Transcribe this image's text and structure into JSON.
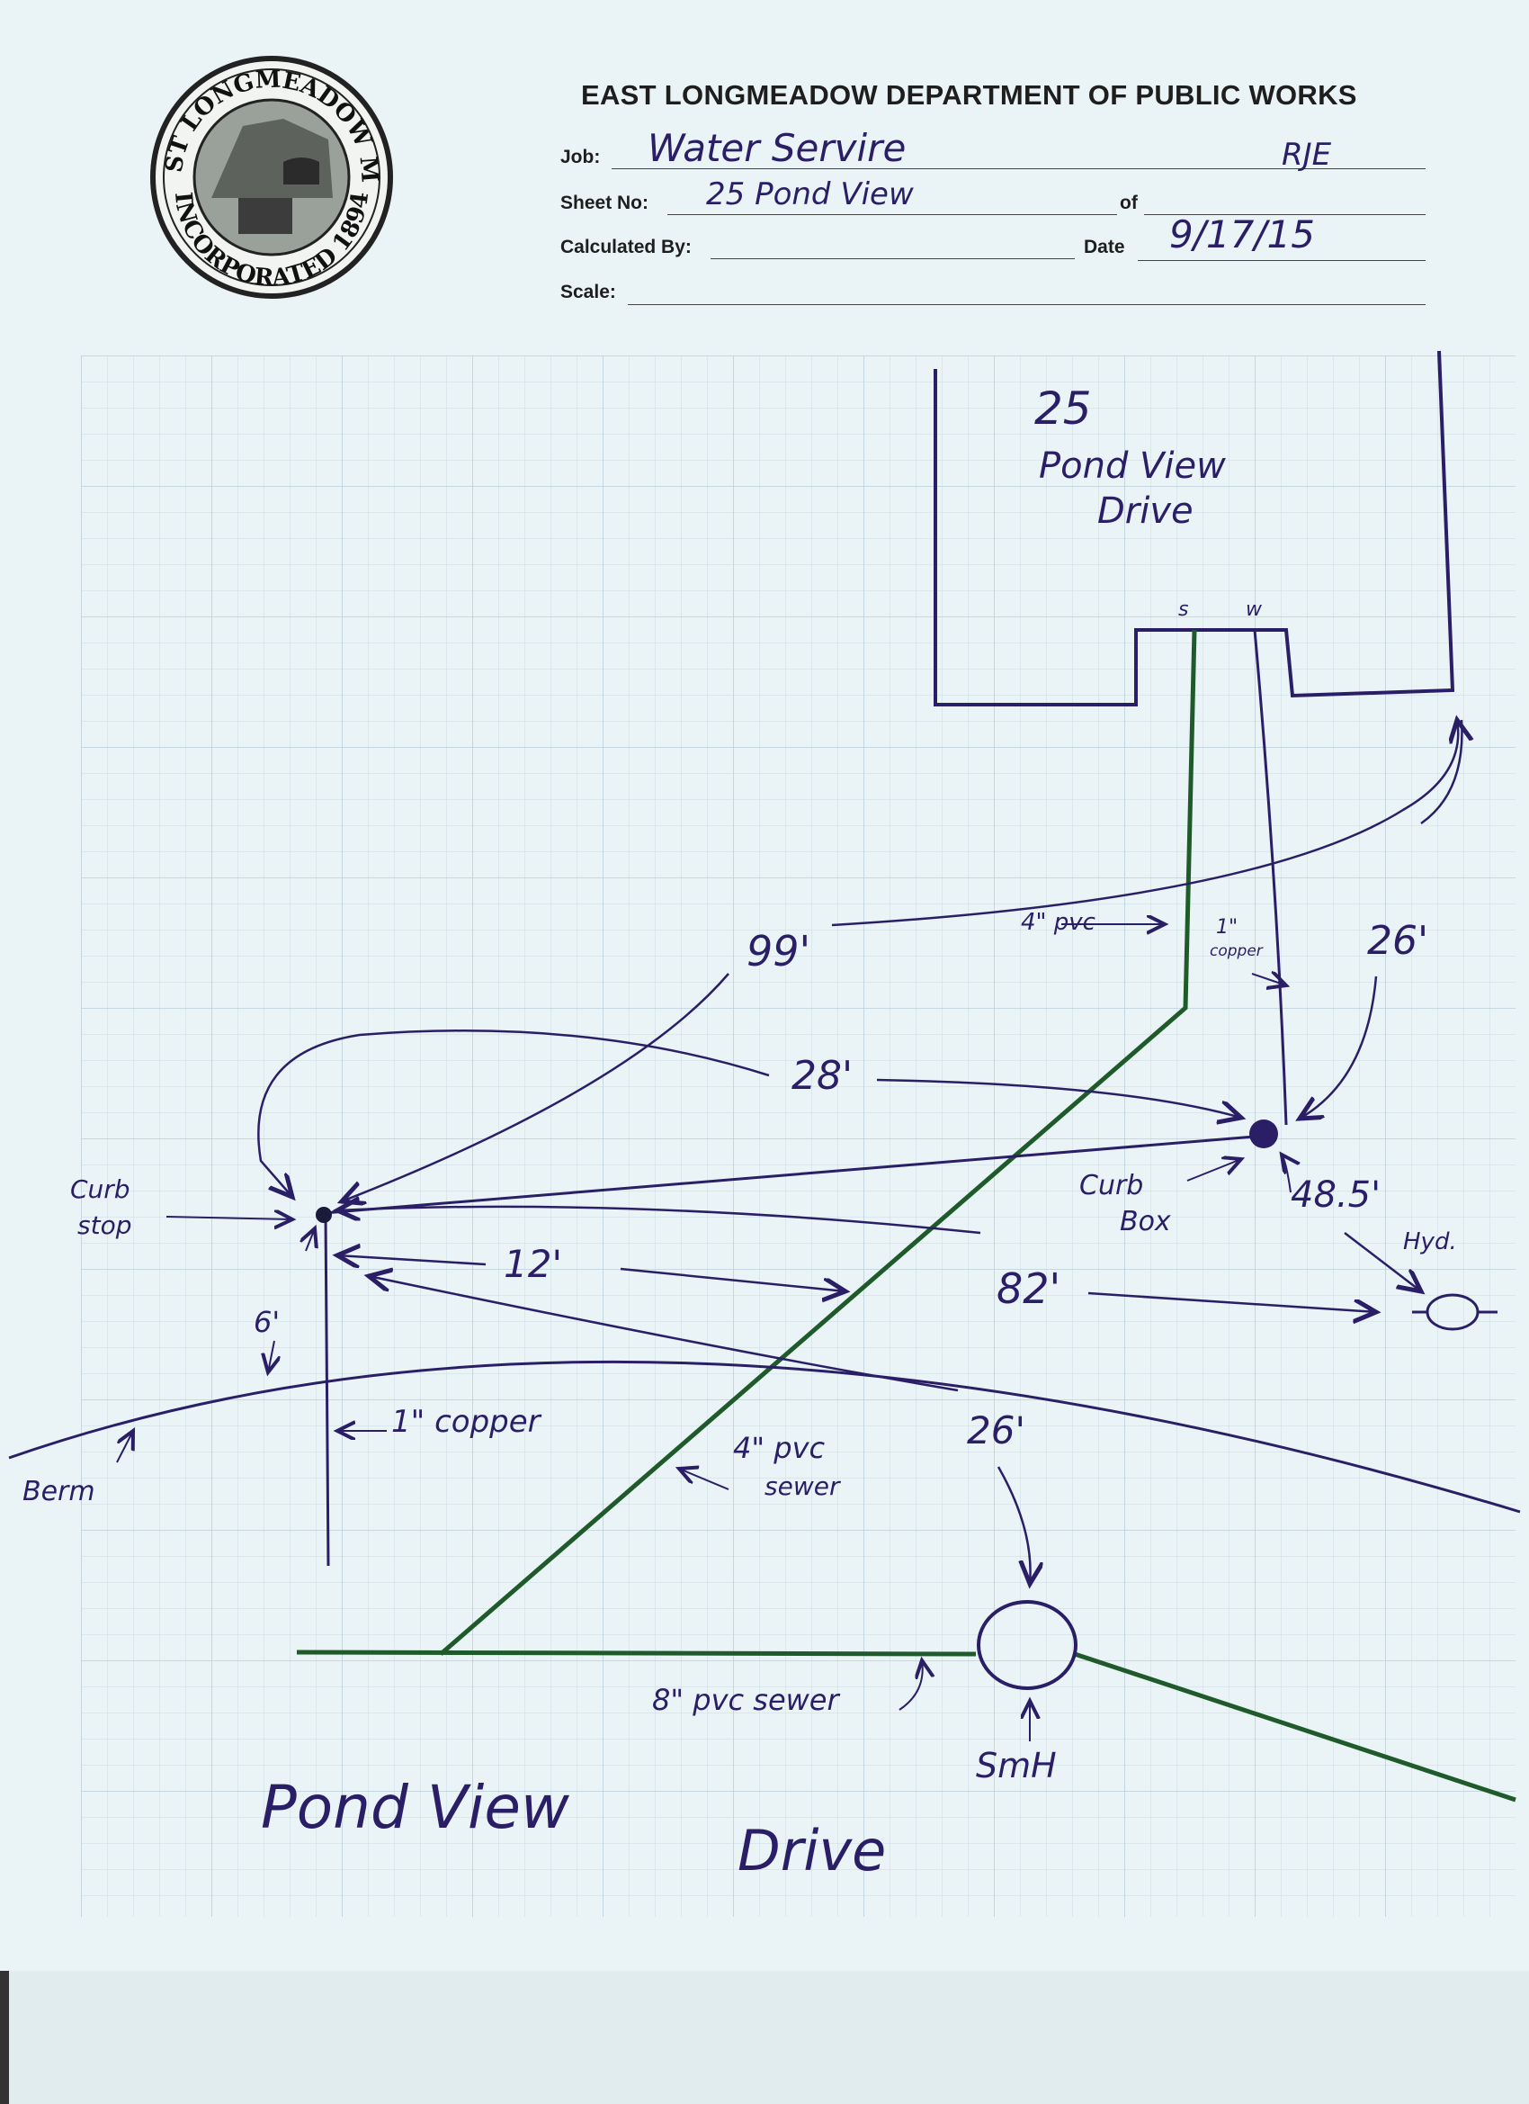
{
  "header": {
    "title": "EAST LONGMEADOW DEPARTMENT OF PUBLIC WORKS",
    "job_label": "Job:",
    "job_value": "Water Servire",
    "initials": "RJE",
    "sheet_label": "Sheet No:",
    "sheet_value": "25 Pond View",
    "of_label": "of",
    "calc_label": "Calculated By:",
    "date_label": "Date",
    "date_value": "9/17/15",
    "scale_label": "Scale:"
  },
  "seal": {
    "text_top": "EAST LONGMEADOW MA.",
    "text_bottom": "INCORPORATED 1894"
  },
  "sketch": {
    "house": [
      "25",
      "Pond View",
      "Drive"
    ],
    "s_label": "s",
    "w_label": "w",
    "pvc_4_label": "4\" pvc",
    "copper_1_label_top": "1\"",
    "copper_1_label_bottom": "copper",
    "dim_99": "99'",
    "dim_28": "28'",
    "dim_26_top": "26'",
    "curb_stop": [
      "Curb",
      "stop"
    ],
    "curb_box": [
      "Curb",
      "Box"
    ],
    "dim_48_5": "48.5'",
    "hyd": "Hyd.",
    "dim_12": "12'",
    "dim_82": "82'",
    "dim_6": "6'",
    "copper_1_left": "1\" copper",
    "berm": "Berm",
    "pvc_sewer_4": [
      "4\" pvc",
      "sewer"
    ],
    "dim_26_bottom": "26'",
    "pvc_sewer_8": "8\" pvc sewer",
    "smh": "SmH",
    "street": "Pond View",
    "street2": "Drive"
  },
  "colors": {
    "ink_blue": "#2a1f66",
    "ink_green": "#1f5a2a",
    "grid": "#c9d8e0"
  }
}
